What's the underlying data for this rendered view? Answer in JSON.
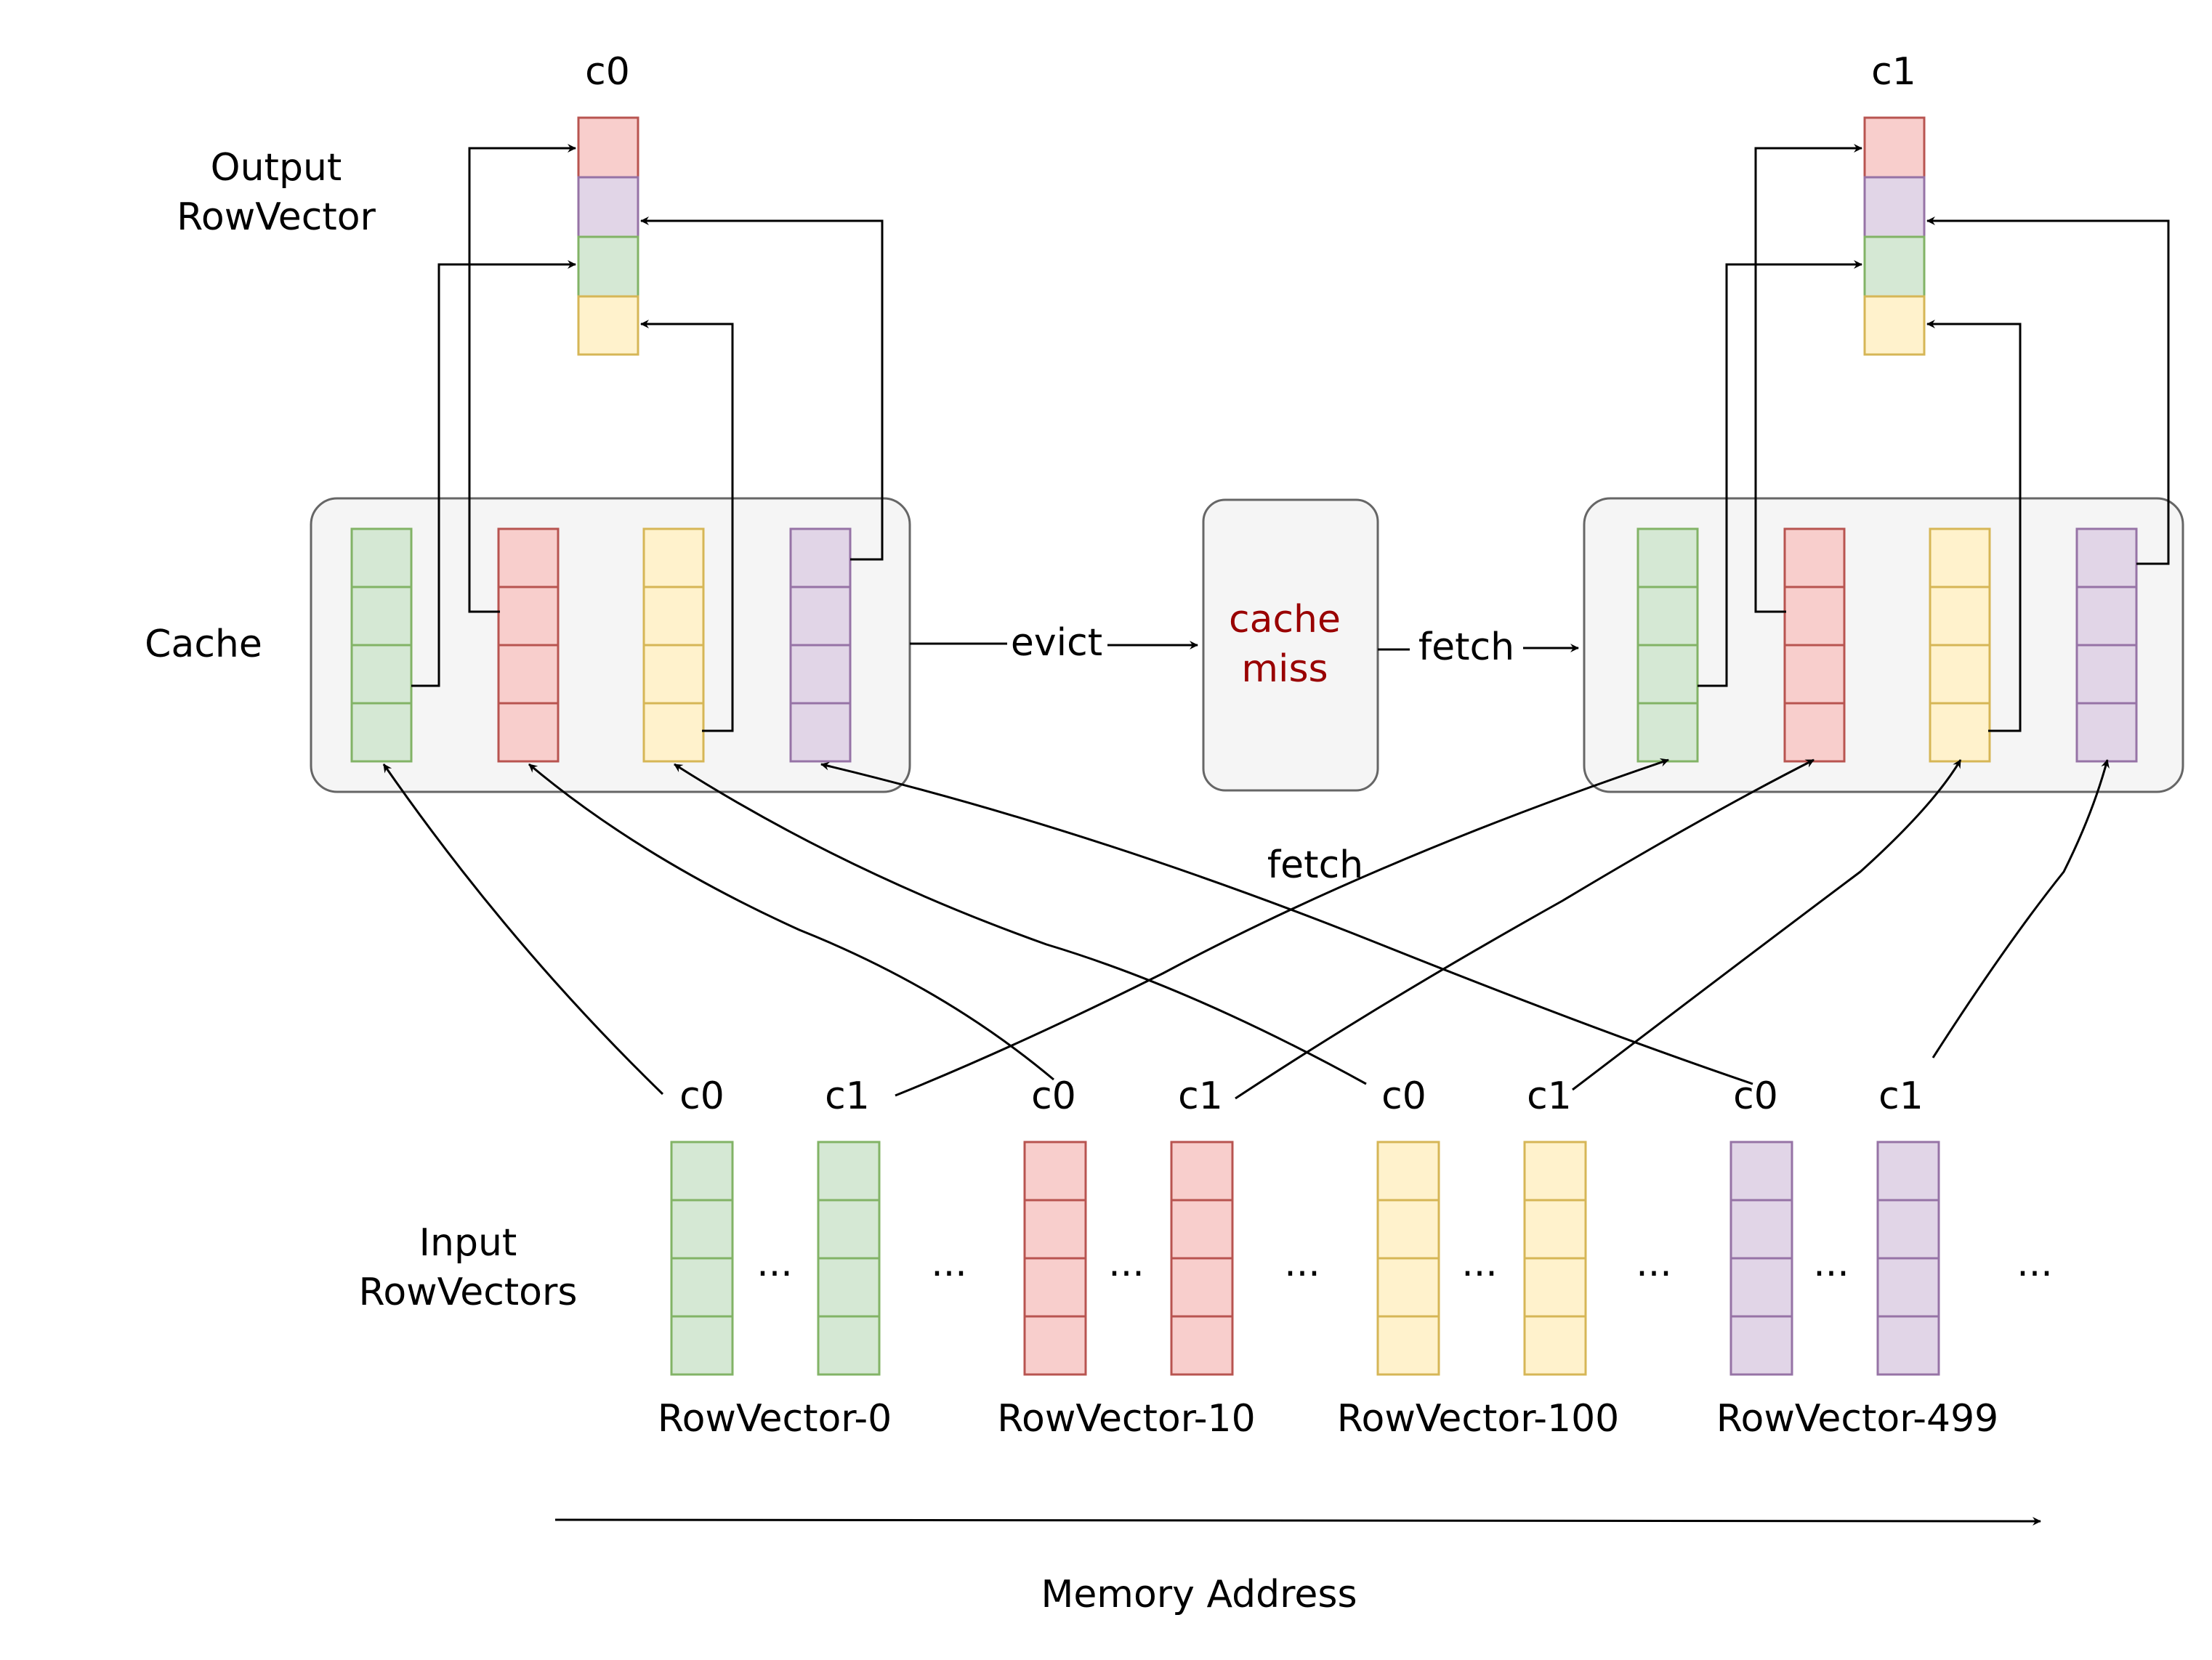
{
  "labels": {
    "output_rowvector": [
      "Output",
      "RowVector"
    ],
    "cache": "Cache",
    "input_rowvectors": [
      "Input",
      "RowVectors"
    ],
    "memory_address": "Memory Address",
    "evict": "evict",
    "fetch_right": "fetch",
    "fetch_mid": "fetch",
    "cache_miss": [
      "cache",
      "miss"
    ],
    "output_c0": "c0",
    "output_c1": "c1",
    "ellipsis": "..."
  },
  "input_column_labels": [
    "c0",
    "c1",
    "c0",
    "c1",
    "c0",
    "c1",
    "c0",
    "c1"
  ],
  "rowvector_names": [
    "RowVector-0",
    "RowVector-10",
    "RowVector-100",
    "RowVector-499"
  ],
  "colors": {
    "green": {
      "fill": "#d5e8d4",
      "stroke": "#82b366"
    },
    "red": {
      "fill": "#f8cecc",
      "stroke": "#b85450"
    },
    "yellow": {
      "fill": "#fff2cc",
      "stroke": "#d6b656"
    },
    "purple": {
      "fill": "#e1d5e7",
      "stroke": "#9673a6"
    },
    "cache_box": {
      "fill": "#f5f5f5",
      "stroke": "#666666"
    },
    "miss_text": "#990000"
  }
}
